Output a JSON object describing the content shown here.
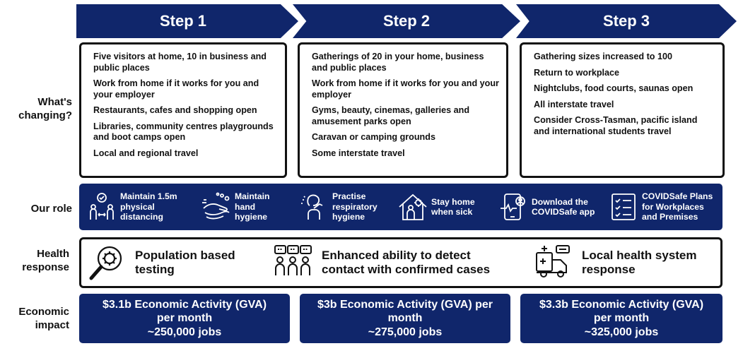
{
  "steps": [
    "Step 1",
    "Step 2",
    "Step 3"
  ],
  "row_labels": {
    "changing": "What's changing?",
    "role": "Our role",
    "health": "Health response",
    "economic": "Economic impact"
  },
  "changes": [
    [
      "Five visitors at home, 10 in business and public places",
      "Work from home if it works for you and your employer",
      "Restaurants, cafes and shopping open",
      "Libraries, community centres playgrounds and boot camps open",
      "Local and regional travel"
    ],
    [
      "Gatherings of 20 in your home, business and public places",
      "Work from home if it works for you and your employer",
      "Gyms, beauty, cinemas, galleries and amusement parks open",
      "Caravan or camping grounds",
      "Some interstate travel"
    ],
    [
      "Gathering sizes increased to 100",
      "Return to workplace",
      "Nightclubs, food courts, saunas open",
      "All interstate travel",
      "Consider Cross-Tasman, pacific island and international students travel"
    ]
  ],
  "roles": [
    {
      "icon": "physical-distancing-icon",
      "label": "Maintain 1.5m physical distancing"
    },
    {
      "icon": "hand-washing-icon",
      "label": "Maintain hand hygiene"
    },
    {
      "icon": "cough-icon",
      "label": "Practise respiratory hygiene"
    },
    {
      "icon": "stay-home-icon",
      "label": "Stay home when sick"
    },
    {
      "icon": "phone-app-icon",
      "label": "Download the COVIDSafe app"
    },
    {
      "icon": "checklist-icon",
      "label": "COVIDSafe Plans for Workplaces and Premises"
    }
  ],
  "health": [
    {
      "icon": "virus-magnifier-icon",
      "label": "Population based testing"
    },
    {
      "icon": "contact-tracing-icon",
      "label": "Enhanced ability to detect contact with confirmed cases"
    },
    {
      "icon": "ambulance-icon",
      "label": "Local health system response"
    }
  ],
  "economic": [
    {
      "line1": "$3.1b Economic Activity (GVA)",
      "line2": "per month",
      "line3": "~250,000 jobs"
    },
    {
      "line1": "$3b Economic Activity (GVA) per",
      "line2": "month",
      "line3": "~275,000 jobs"
    },
    {
      "line1": "$3.3b Economic Activity (GVA)",
      "line2": "per month",
      "line3": "~325,000 jobs"
    }
  ],
  "colors": {
    "navy": "#10266b",
    "border": "#111111",
    "text": "#111111",
    "white": "#ffffff"
  }
}
